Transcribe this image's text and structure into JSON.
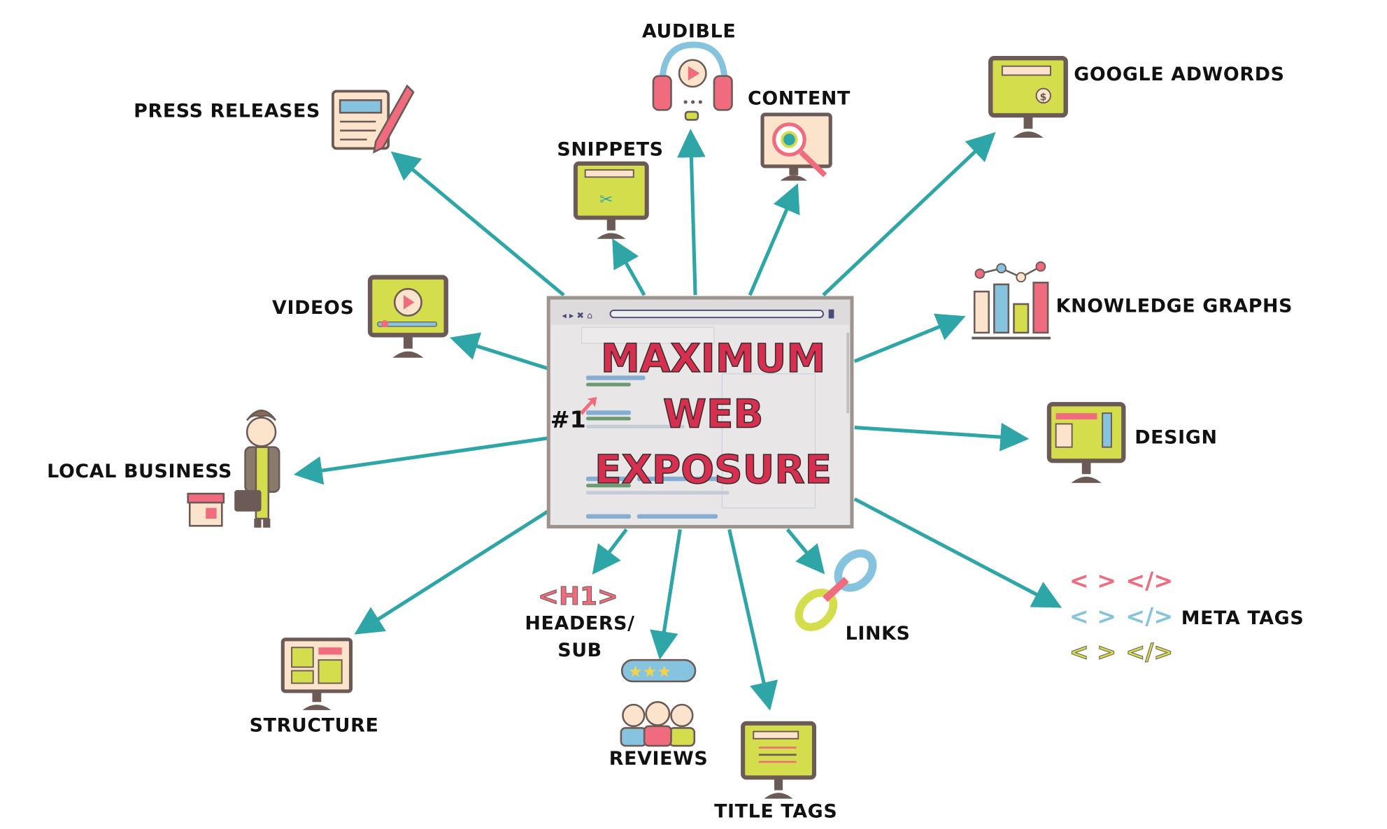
{
  "center": {
    "title_lines": [
      "MAXIMUM",
      "WEB",
      "EXPOSURE"
    ],
    "rank_badge": "#1"
  },
  "nodes": {
    "audible": "AUDIBLE",
    "press_releases": "PRESS RELEASES",
    "snippets": "SNIPPETS",
    "content": "CONTENT",
    "google_adwords": "GOOGLE ADWORDS",
    "knowledge_graphs": "KNOWLEDGE GRAPHS",
    "videos": "VIDEOS",
    "design": "DESIGN",
    "local_business": "LOCAL BUSINESS",
    "meta_tags": "META TAGS",
    "links": "LINKS",
    "headers_line1": "HEADERS/",
    "headers_line2": "SUB",
    "headers_icon_text": "<H1>",
    "structure": "STRUCTURE",
    "reviews": "REVIEWS",
    "title_tags": "TITLE TAGS"
  },
  "meta_tag_glyphs": [
    "< >",
    "</>"
  ],
  "colors": {
    "arrow": "#2ea6a8",
    "title": "#d62f50",
    "monitor_screen": "#d4dd4c",
    "monitor_frame": "#6b5a55"
  }
}
